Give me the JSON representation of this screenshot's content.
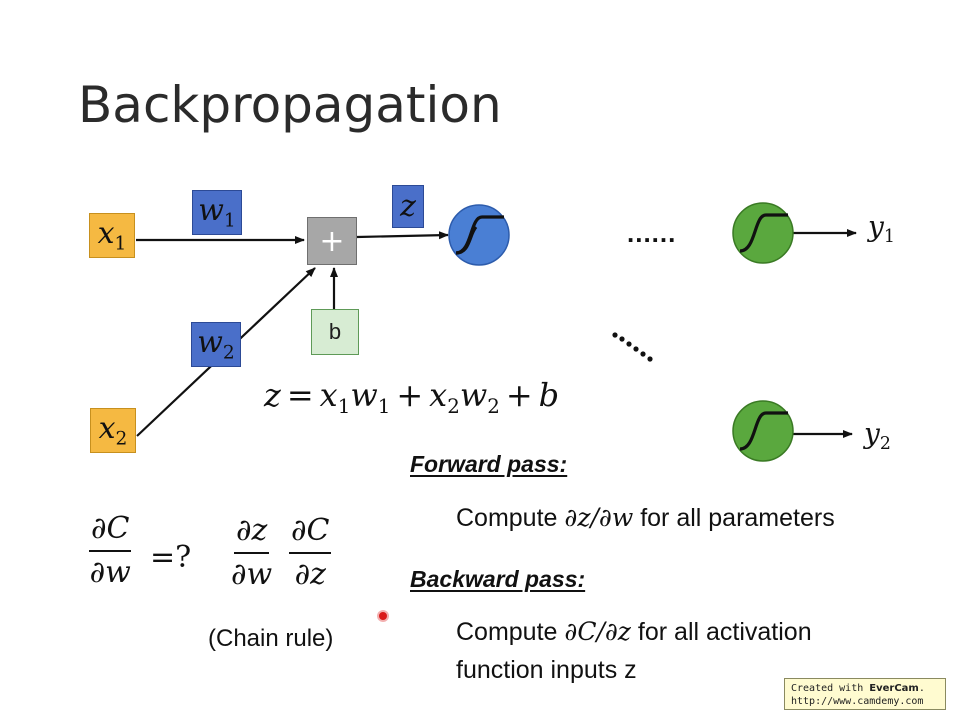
{
  "title": "Backpropagation",
  "diagram": {
    "inputs": [
      {
        "var": "x",
        "sub": "1"
      },
      {
        "var": "x",
        "sub": "2"
      }
    ],
    "weights": [
      {
        "var": "w",
        "sub": "1"
      },
      {
        "var": "w",
        "sub": "2"
      }
    ],
    "sum_symbol": "+",
    "z_label": "z",
    "bias_label": "b",
    "dots_horizontal": "......",
    "dots_diagonal": "......",
    "outputs": [
      {
        "var": "y",
        "sub": "1"
      },
      {
        "var": "y",
        "sub": "2"
      }
    ],
    "neuron_colors": {
      "hidden": "#4a7fd4",
      "output": "#5aa83e"
    }
  },
  "equation": {
    "lhs": "z",
    "eq": "=",
    "t1_var1": "x",
    "t1_sub1": "1",
    "t1_var2": "w",
    "t1_sub2": "1",
    "plus1": "+",
    "t2_var1": "x",
    "t2_sub1": "2",
    "t2_var2": "w",
    "t2_sub2": "2",
    "plus2": "+",
    "b": "b"
  },
  "gradient": {
    "lhs_num": "∂C",
    "lhs_den": "∂w",
    "question": "=?",
    "f1_num": "∂z",
    "f1_den": "∂w",
    "f2_num": "∂C",
    "f2_den": "∂z",
    "chain_label": "(Chain rule)"
  },
  "forward": {
    "heading": "Forward pass:",
    "text_pre": "Compute ",
    "text_math": "∂z/∂w",
    "text_post": " for all parameters"
  },
  "backward": {
    "heading": "Backward pass:",
    "text_pre": "Compute ",
    "text_math": "∂C/∂z",
    "text_post": " for all activation",
    "text_line2": "function inputs z"
  },
  "watermark": {
    "line1_pre": "Created with ",
    "line1_brand": "EverCam",
    "line1_post": ".",
    "line2": "http://www.camdemy.com"
  }
}
